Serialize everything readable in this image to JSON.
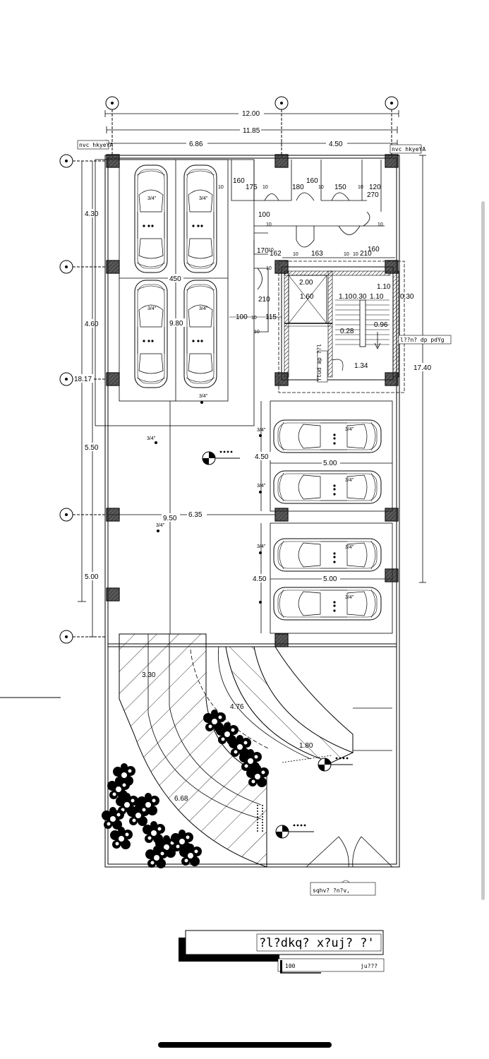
{
  "dims_top": {
    "overall_outer": "12.00",
    "overall_inner": "11.85",
    "left_span": "6.86",
    "right_span": "4.50"
  },
  "dims_left": {
    "d1": "4.30",
    "d2": "4.60",
    "total": "18.17",
    "d3": "5.50",
    "d4": "5.00"
  },
  "dims_right": {
    "total": "17.40"
  },
  "rooms": {
    "r1": "160",
    "r2": "175",
    "r3": "180",
    "r4": "160",
    "r5": "150",
    "r6": "120",
    "r7": "270",
    "t10a": "10",
    "t10b": "10",
    "t10c": "10",
    "t10d": "10",
    "t10e": "10",
    "t10f": "10",
    "t100a": "100",
    "t10g": "10",
    "t10h": "10",
    "t170": "170",
    "t162": "162",
    "t10i": "10",
    "t163": "163",
    "t10j": "10",
    "t210a": "210",
    "t160b": "160",
    "t10k": "10",
    "t210b": "210",
    "t100b": "100",
    "t10l": "10",
    "t115": "115",
    "t10m": "10"
  },
  "stair": {
    "w200": "2.00",
    "w160": "1.60",
    "w110a": "1.10",
    "w030a": "0.30",
    "w110b": "1.10",
    "w030b": "0.30",
    "w110c": "1.10",
    "w096": "0.96",
    "w028": "0.28",
    "w134": "1.34"
  },
  "parking": {
    "w450": "450",
    "h980": "9.80",
    "bay_depth": "4.50",
    "car_len": "5.00",
    "span_950": "9.50",
    "span_635": "6.35",
    "bay_depth2": "4.50",
    "car_len2": "5.00"
  },
  "ramp": {
    "w330": "3.30",
    "r476": "4.76",
    "r180": "1.80",
    "r668": "6.68"
  },
  "slopes": [
    "3/4\"",
    "3/4\"",
    "3/4\"",
    "3/4\"",
    "3/4\"",
    "3/4\"",
    "3/4\"",
    "3/4\"",
    "3/4\"",
    "3/4\"",
    "3/4\"",
    "3/4\"",
    "3/4\"",
    "3/4\""
  ],
  "labels": {
    "axis_tag_left": "nvc hkyeYA",
    "axis_tag_right": "nvc hkyeYA",
    "stair_tag": "l??n? dp pdYg",
    "stair_note": "Ytud ap ??l",
    "entrance": "sqhv? ?n?v,"
  },
  "title_block": {
    "title": "?l?dkq? x?uj? ?'",
    "scale_label": "ju???",
    "scale_value": "100"
  }
}
